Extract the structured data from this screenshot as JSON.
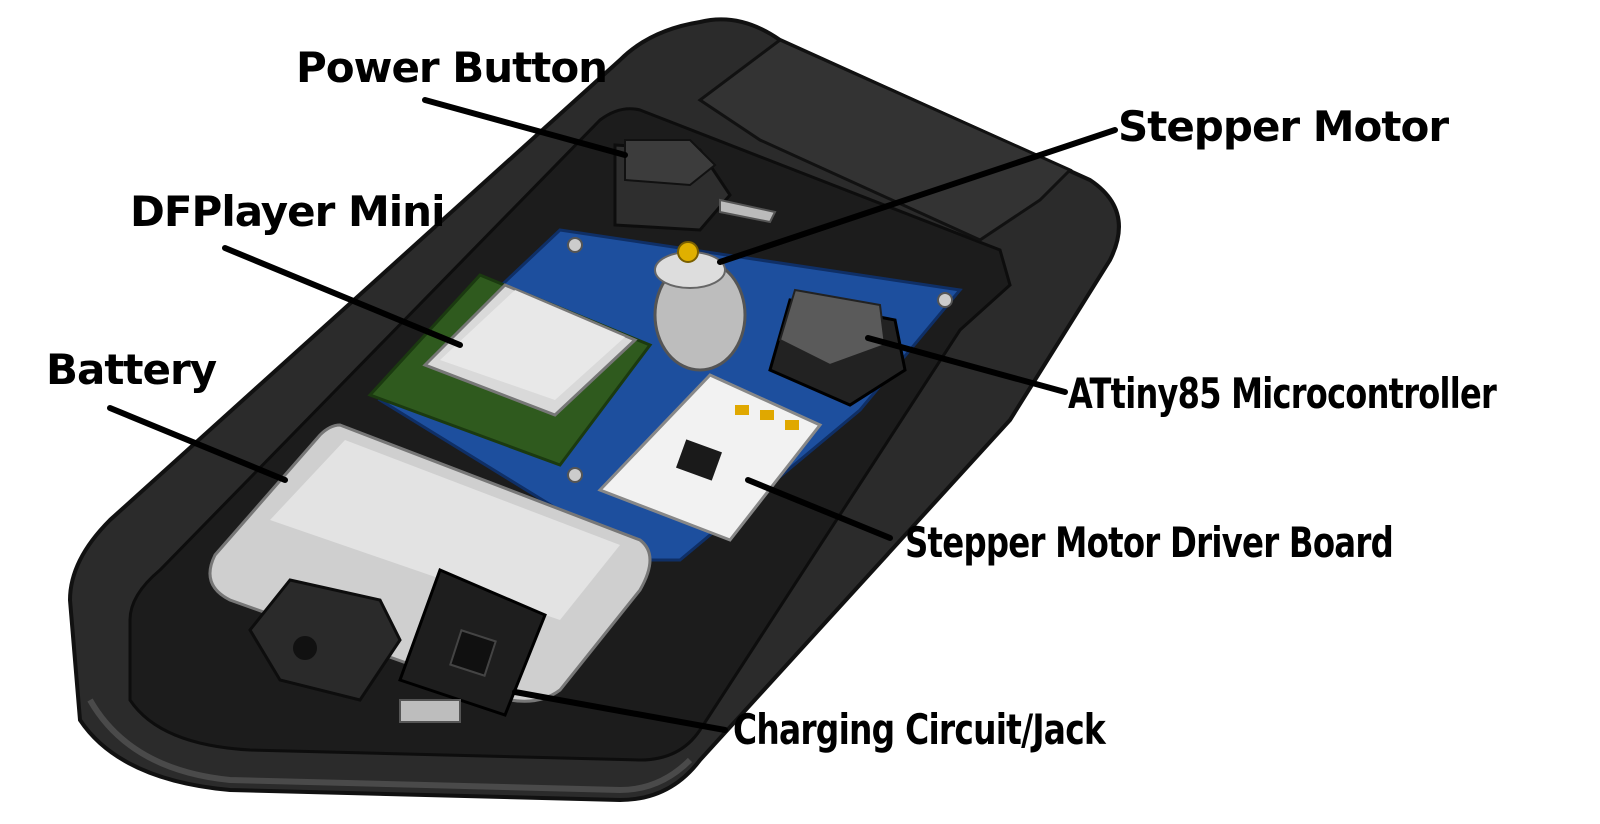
{
  "diagram": {
    "labels": {
      "power_button": "Power Button",
      "stepper_motor": "Stepper Motor",
      "dfplayer_mini": "DFPlayer Mini",
      "battery": "Battery",
      "attiny85": "ATtiny85 Microcontroller",
      "stepper_driver": "Stepper Motor Driver Board",
      "charging_circuit": "Charging Circuit/Jack"
    },
    "colors": {
      "enclosure": "#2b2b2b",
      "enclosure_edge": "#111111",
      "pcb": "#1d4f9e",
      "dfplayer_pcb": "#2f5a1e",
      "shield": "#d9d9d9",
      "battery": "#cfcfcf",
      "gear": "#e0b000",
      "label": "#000000"
    }
  }
}
